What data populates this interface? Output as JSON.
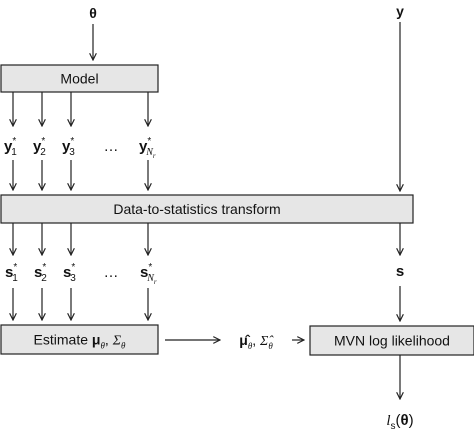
{
  "inputs": {
    "theta": "θ",
    "y": "y"
  },
  "boxes": {
    "model": "Model",
    "transform": "Data-to-statistics transform",
    "estimate_prefix": "Estimate ",
    "estimate_mu": "μ",
    "estimate_sub": "θ",
    "estimate_sep": ", ",
    "estimate_sigma": "Σ",
    "mvn": "MVN log likelihood"
  },
  "simulated_data": {
    "symbol": "y",
    "star": "*",
    "indices": [
      "1",
      "2",
      "3"
    ],
    "ellipsis": "…",
    "last_index": "N",
    "last_index_sub": "r"
  },
  "simulated_stats": {
    "symbol": "s",
    "star": "*",
    "indices": [
      "1",
      "2",
      "3"
    ],
    "ellipsis": "…",
    "last_index": "N",
    "last_index_sub": "r"
  },
  "observed_stat": "s",
  "estimates": {
    "mu_hat": "μ̂",
    "sub": "θ",
    "sep": ", ",
    "sigma_hat": "Σ̂"
  },
  "output": {
    "l": "l",
    "l_sub": "s",
    "open": "(",
    "theta": "θ",
    "close": ")"
  }
}
